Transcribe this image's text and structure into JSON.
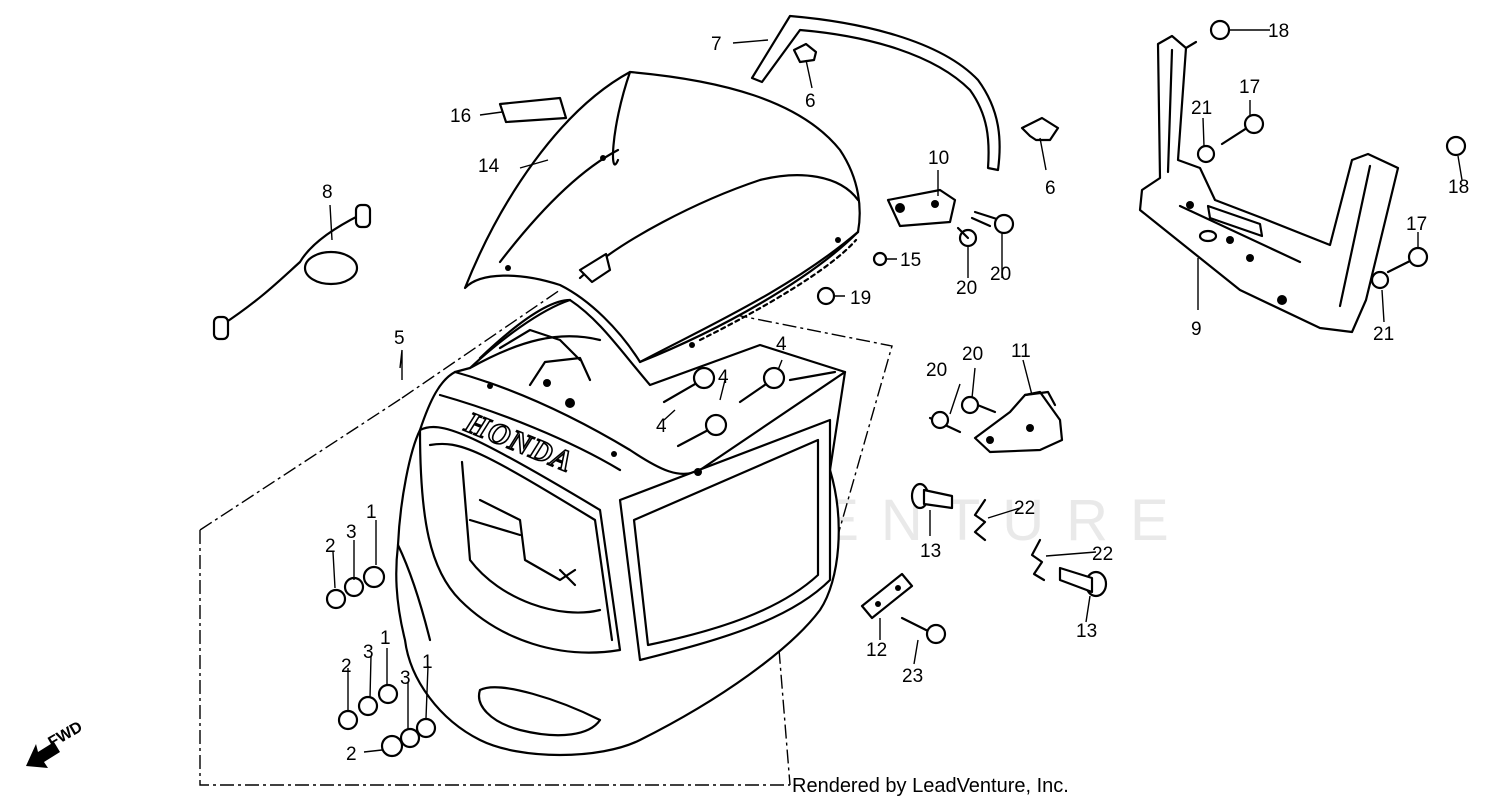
{
  "diagram": {
    "brand_text": "HONDA",
    "watermark": "LEADVENTURE",
    "credit": "Rendered by LeadVenture, Inc.",
    "direction_label": "FWD",
    "callouts": {
      "c1a": "1",
      "c1b": "1",
      "c1c": "1",
      "c2a": "2",
      "c2b": "2",
      "c2c": "2",
      "c3a": "3",
      "c3b": "3",
      "c3c": "3",
      "c4a": "4",
      "c4b": "4",
      "c4c": "4",
      "c5": "5",
      "c6a": "6",
      "c6b": "6",
      "c7": "7",
      "c8": "8",
      "c9": "9",
      "c10": "10",
      "c11": "11",
      "c12": "12",
      "c13a": "13",
      "c13b": "13",
      "c14": "14",
      "c15": "15",
      "c16": "16",
      "c17a": "17",
      "c17b": "17",
      "c18a": "18",
      "c18b": "18",
      "c19": "19",
      "c20a": "20",
      "c20b": "20",
      "c20c": "20",
      "c20d": "20",
      "c21a": "21",
      "c21b": "21",
      "c22a": "22",
      "c22b": "22",
      "c23": "23"
    }
  }
}
